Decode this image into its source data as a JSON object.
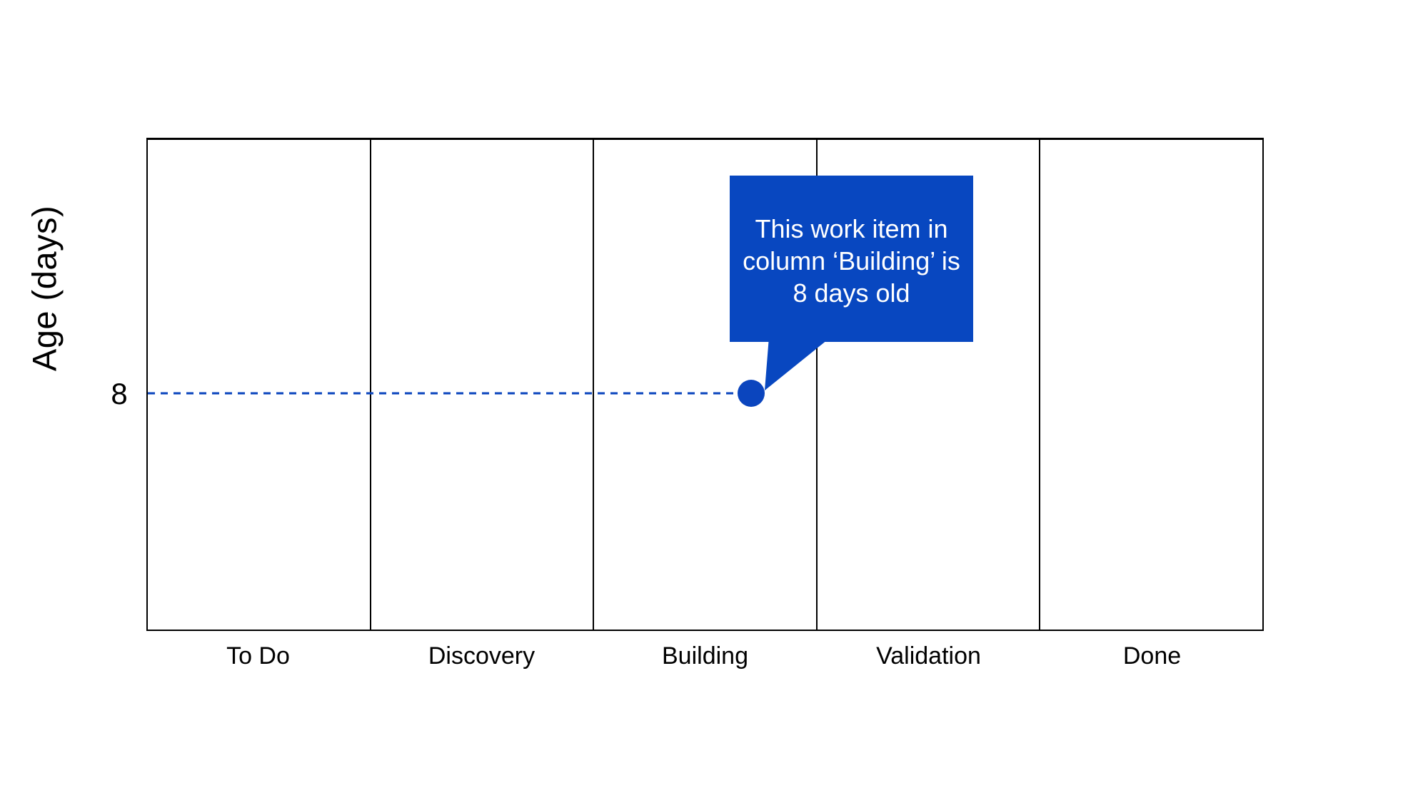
{
  "colors": {
    "accent": "#0B45BE",
    "callout_bg": "#0847C0",
    "axis": "#000000",
    "callout_text": "#FFFFFF"
  },
  "y_axis": {
    "label": "Age (days)",
    "tick_label": "8"
  },
  "columns": [
    {
      "label": "To Do"
    },
    {
      "label": "Discovery"
    },
    {
      "label": "Building"
    },
    {
      "label": "Validation"
    },
    {
      "label": "Done"
    }
  ],
  "callout": {
    "lines": [
      "This work item in",
      "column ‘Building’ is",
      "8 days old"
    ]
  },
  "chart_data": {
    "type": "scatter",
    "categories": [
      "To Do",
      "Discovery",
      "Building",
      "Validation",
      "Done"
    ],
    "ylabel": "Age (days)",
    "yticks": [
      8
    ],
    "points": [
      {
        "category": "Building",
        "age_days": 8
      }
    ],
    "annotation": "This work item in column ‘Building’ is 8 days old",
    "grid": "vertical-column-lanes",
    "legend": "none"
  }
}
